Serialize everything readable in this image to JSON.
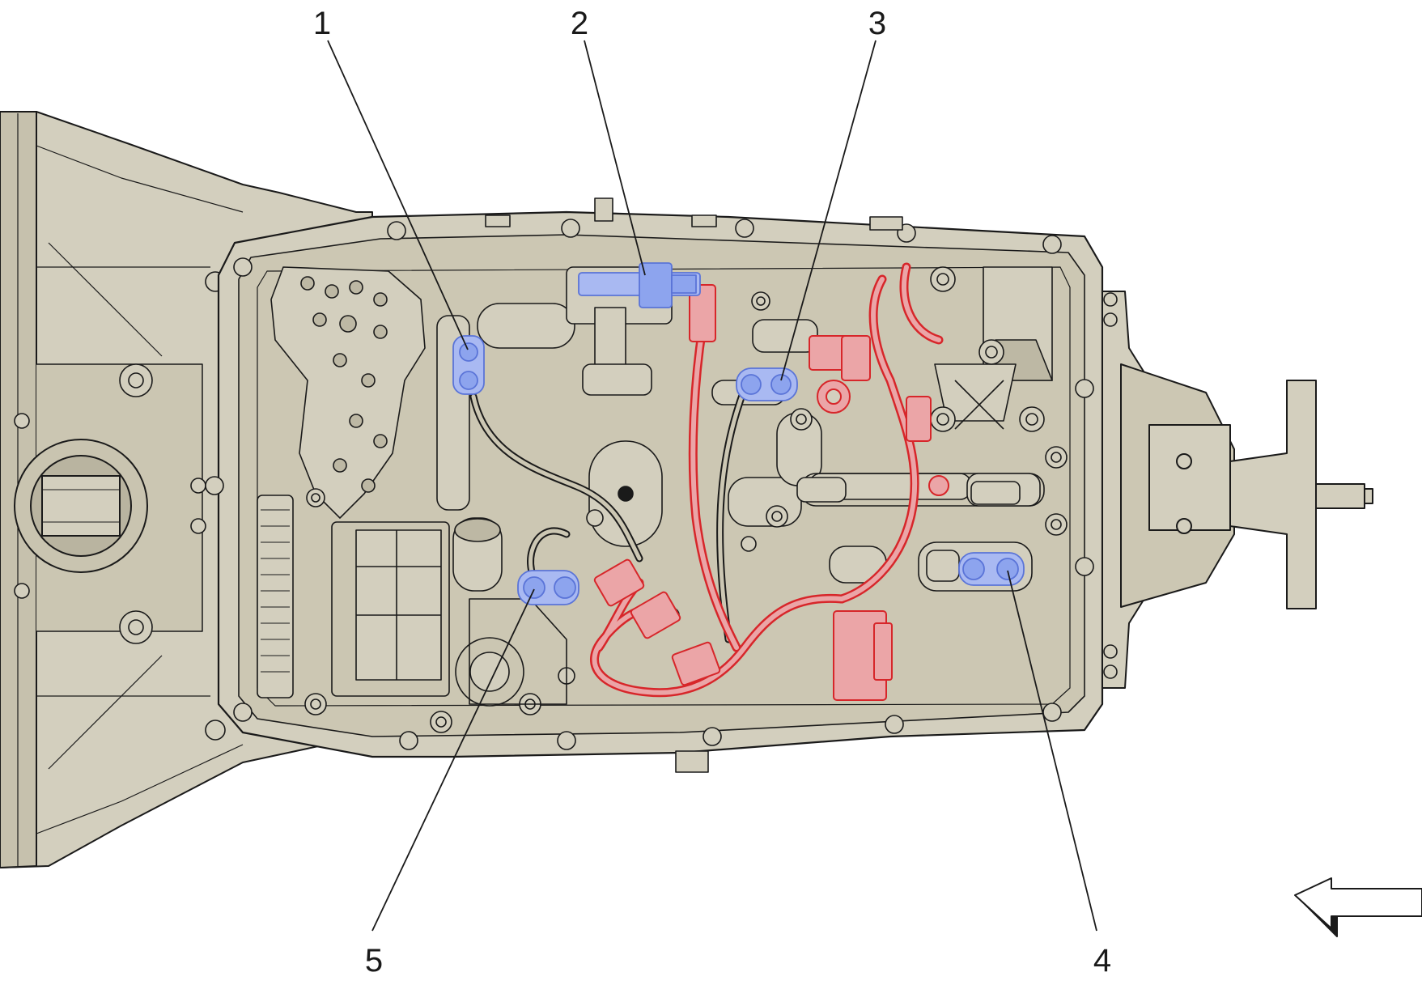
{
  "callouts": [
    {
      "label": "1"
    },
    {
      "label": "2"
    },
    {
      "label": "3"
    },
    {
      "label": "4"
    },
    {
      "label": "5"
    }
  ],
  "colors": {
    "housing": "#d3cfbe",
    "housing_dark": "#bdb8a4",
    "outline": "#1a1a1a",
    "harness_red": "#d7262a",
    "harness_red_fill": "#eba5a7",
    "component_blue": "#8da4ee",
    "component_blue_fill": "#a9b9f2"
  },
  "icons": {
    "direction_arrow": "arrow-left-icon"
  }
}
